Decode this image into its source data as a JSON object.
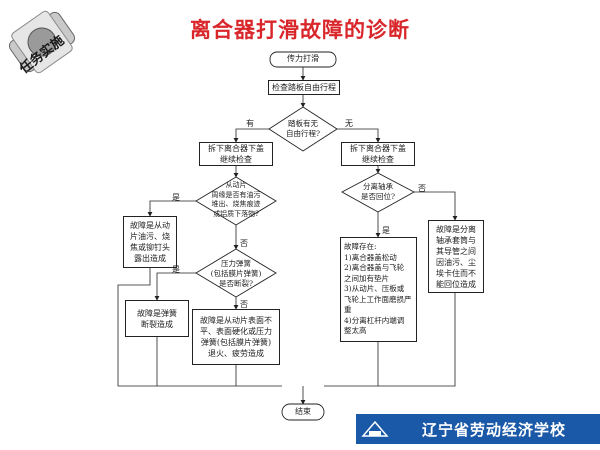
{
  "header": {
    "title": "离合器打滑故障的诊断",
    "badge": "任务实施"
  },
  "flowchart": {
    "start": "传力打滑",
    "check_pedal": "检查踏板自由行程",
    "d_free_travel": "踏板有无\n自由行程?",
    "remove_left": "拆下离合器下盖\n继续检查",
    "remove_right": "拆下离合器下盖\n继续检查",
    "d_driven_plate": "从动片\n周缘是否有油污\n堆出、烧焦痕迹\n或铝质下落物?",
    "fault_driven": "故障是从动\n片油污、烧\n焦或铆钉头\n露出造成",
    "d_spring": "压力弹簧\n(包括膜片弹簧)\n是否断裂?",
    "fault_spring": "故障是弹簧\n断裂造成",
    "fault_surface": "故障是从动片表面不\n平、表面硬化或压力\n弹簧(包括膜片弹簧)\n退火、疲劳造成",
    "d_bearing": "分离轴承\n是否回位?",
    "fault_list": "故障存在:\n1)离合器盖松动\n2)离合器盖与飞轮\n之间加有垫片\n3)从动片、压板或\n飞轮上工作面磨损严重\n4)分离杠杆内端调\n整太高",
    "fault_bearing": "故障是分离\n轴承套筒与\n其导管之间\n因油污、尘\n埃卡住而不\n能回位造成",
    "end": "结束",
    "labels": {
      "yes": "是",
      "no": "否",
      "you": "有",
      "wu": "无"
    }
  },
  "footer": {
    "school": "辽宁省劳动经济学校"
  }
}
